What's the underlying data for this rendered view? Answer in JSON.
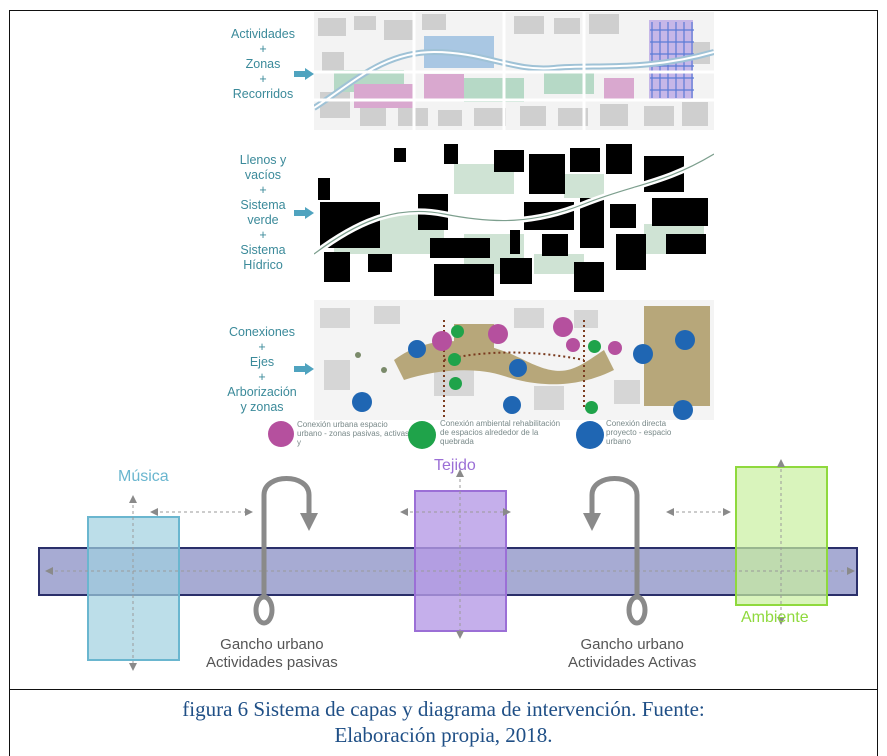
{
  "layers": [
    {
      "label_lines": [
        "Actividades",
        "+",
        "Zonas",
        "+",
        "Recorridos"
      ]
    },
    {
      "label_lines": [
        "Llenos y",
        "vacíos",
        "+",
        "Sistema",
        "verde",
        "+",
        "Sistema",
        "Hídrico"
      ]
    },
    {
      "label_lines": [
        "Conexiones",
        "+",
        "Ejes",
        "+",
        "Arborización",
        "y zonas"
      ]
    }
  ],
  "legend": [
    {
      "text": "Conexión urbana espacio urbano - zonas pasivas, activas y",
      "color": "#b5509e"
    },
    {
      "text": "Conexión ambiental rehabilitación de espacios alrededor de la quebrada",
      "color": "#1fa34a"
    },
    {
      "text": "Conexión directa proyecto - espacio urbano",
      "color": "#1f66b3"
    }
  ],
  "diagram": {
    "blocks": [
      {
        "label": "Música",
        "color": "#6ab6cf"
      },
      {
        "label": "Tejido",
        "color": "#9b6fd6"
      },
      {
        "label": "Ambiente",
        "color": "#8fd93d"
      }
    ],
    "hooks": [
      {
        "line1": "Gancho urbano",
        "line2": "Actividades pasivas"
      },
      {
        "line1": "Gancho urbano",
        "line2": "Actividades Activas"
      }
    ]
  },
  "caption": {
    "line1": "figura 6 Sistema de capas y diagrama de intervención. Fuente:",
    "line2": "Elaboración propia, 2018."
  }
}
